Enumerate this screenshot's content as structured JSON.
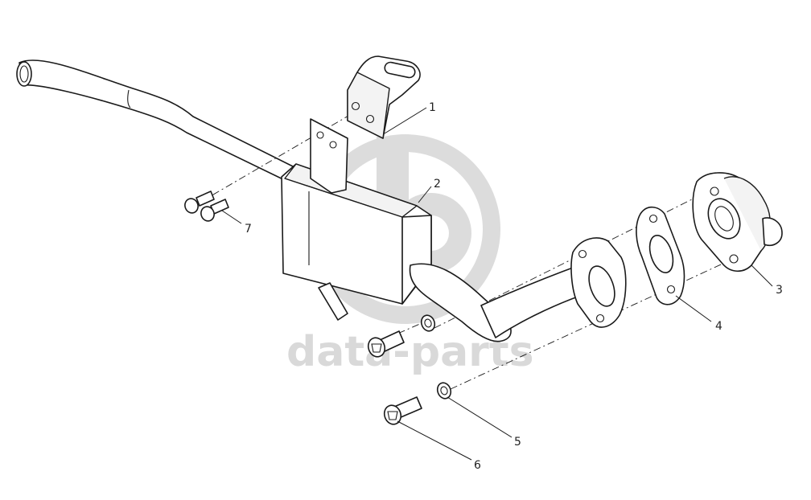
{
  "watermark": {
    "text": "data-parts",
    "color": "#d9d9d9"
  },
  "callouts": [
    {
      "id": "1",
      "label": "1"
    },
    {
      "id": "2",
      "label": "2"
    },
    {
      "id": "3",
      "label": "3"
    },
    {
      "id": "4",
      "label": "4"
    },
    {
      "id": "5",
      "label": "5"
    },
    {
      "id": "6",
      "label": "6"
    },
    {
      "id": "7",
      "label": "7"
    }
  ]
}
